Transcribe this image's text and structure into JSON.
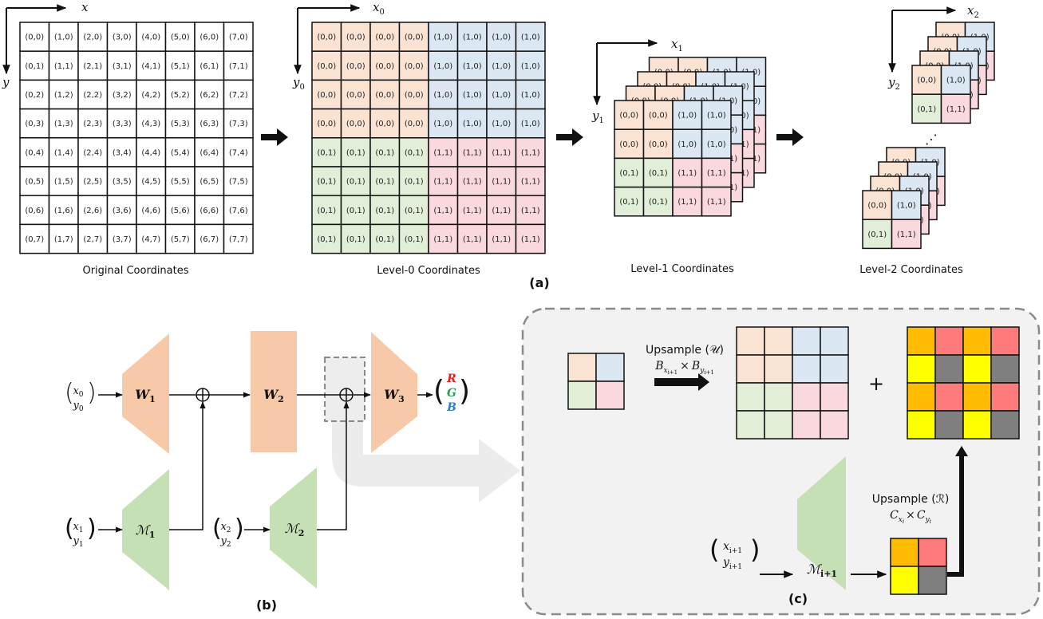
{
  "colors": {
    "orange": "#fbe3d4",
    "blue": "#dce7f4",
    "green": "#e1efd8",
    "pink": "#f9d8de",
    "net_orange": "#f8c9a8",
    "net_green": "#c6e0b6",
    "panel_bg": "#f2f2f2",
    "code_orange": "#ffbc00",
    "code_red": "#ff7b7b",
    "code_yellow": "#ffff00",
    "code_gray": "#7f7f7f",
    "rgb_r": "#e02020",
    "rgb_g": "#20a050",
    "rgb_b": "#2a7fc0"
  },
  "panel_a": {
    "label": "(a)",
    "original": {
      "caption": "Original Coordinates",
      "axis_x": "x",
      "axis_y": "y",
      "size": 8
    },
    "level0": {
      "caption": "Level-0  Coordinates",
      "axis_x": "x",
      "axis_x_sub": "0",
      "axis_y": "y",
      "axis_y_sub": "0",
      "size": 8
    },
    "level1": {
      "caption": "Level-1  Coordinates",
      "axis_x": "x",
      "axis_x_sub": "1",
      "axis_y": "y",
      "axis_y_sub": "1",
      "size": 4,
      "stack_depth": 4
    },
    "level2": {
      "caption": "Level-2  Coordinates",
      "axis_x": "x",
      "axis_x_sub": "2",
      "axis_y": "y",
      "axis_y_sub": "2",
      "size": 2,
      "stack_depth": 4,
      "stacks": 2,
      "ellipsis": "⋰"
    },
    "quadrant_labels": [
      "(0,0)",
      "(1,0)",
      "(0,1)",
      "(1,1)"
    ]
  },
  "panel_b": {
    "label": "(b)",
    "inputs": [
      {
        "x": "x",
        "y": "y",
        "sub": "0"
      },
      {
        "x": "x",
        "y": "y",
        "sub": "1"
      },
      {
        "x": "x",
        "y": "y",
        "sub": "2"
      }
    ],
    "blocks": {
      "w1": {
        "name": "W",
        "sub": "1"
      },
      "w2": {
        "name": "W",
        "sub": "2"
      },
      "w3": {
        "name": "W",
        "sub": "3"
      },
      "m1": {
        "name": "ℳ",
        "sub": "1"
      },
      "m2": {
        "name": "ℳ",
        "sub": "2"
      }
    },
    "output": [
      "R",
      "G",
      "B"
    ],
    "add_symbol": "⊕"
  },
  "panel_c": {
    "label": "(c)",
    "upsample_u": "Upsample (𝒰)",
    "upsample_u_formula": {
      "a": "B",
      "a_sub": "x",
      "a_subsub": "i+1",
      "times": "×",
      "b": "B",
      "b_sub": "y",
      "b_subsub": "i+1"
    },
    "plus": "+",
    "upsample_r": "Upsample (ℛ)",
    "upsample_r_formula": {
      "a": "C",
      "a_sub": "x",
      "a_subsub": "i",
      "times": "×",
      "b": "C",
      "b_sub": "y",
      "b_subsub": "i"
    },
    "input": {
      "x": "x",
      "y": "y",
      "sub": "i+1"
    },
    "block": {
      "name": "ℳ",
      "sub": "i+1"
    },
    "code_pattern": [
      [
        "orange",
        "red"
      ],
      [
        "yellow",
        "gray"
      ]
    ]
  }
}
